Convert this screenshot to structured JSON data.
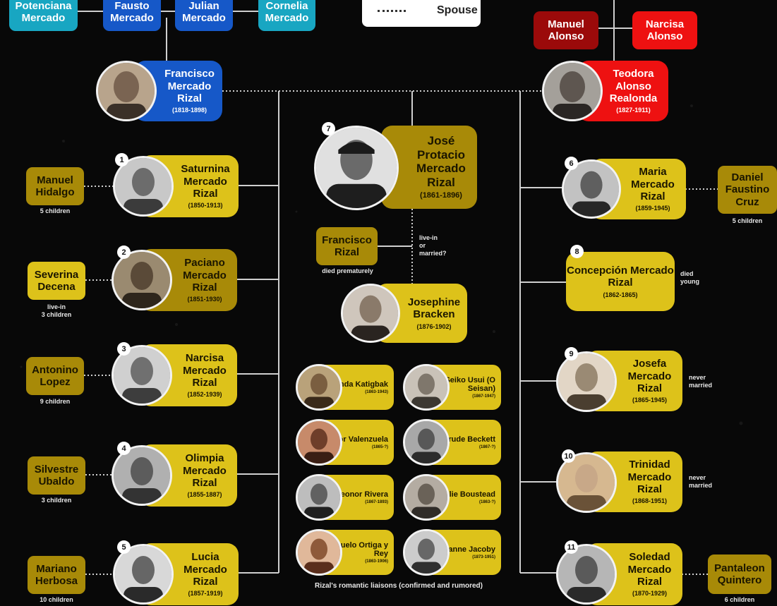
{
  "legend": {
    "spouse_label": "Spouse"
  },
  "ancestors": {
    "potenciana": "Potenciana Mercado",
    "fausto": "Fausto Mercado",
    "julian": "Julian Mercado",
    "cornelia": "Cornelia Mercado",
    "manuel_alonso": "Manuel Alonso",
    "narcisa_alonso": "Narcisa Alonso"
  },
  "parents": {
    "father": {
      "name": "Francisco Mercado Rizal",
      "years": "(1818-1898)"
    },
    "mother": {
      "name": "Teodora Alonso Realonda",
      "years": "(1827-1911)"
    }
  },
  "children": [
    {
      "num": "1",
      "name": "Saturnina Mercado Rizal",
      "years": "(1850-1913)",
      "spouse": "Manuel Hidalgo",
      "note": "5 children"
    },
    {
      "num": "2",
      "name": "Paciano Mercado Rizal",
      "years": "(1851-1930)",
      "spouse": "Severina Decena",
      "note": "live-in\n3 children"
    },
    {
      "num": "3",
      "name": "Narcisa Mercado Rizal",
      "years": "(1852-1939)",
      "spouse": "Antonino Lopez",
      "note": "9 children"
    },
    {
      "num": "4",
      "name": "Olimpia Mercado Rizal",
      "years": "(1855-1887)",
      "spouse": "Silvestre Ubaldo",
      "note": "3 children"
    },
    {
      "num": "5",
      "name": "Lucia Mercado Rizal",
      "years": "(1857-1919)",
      "spouse": "Mariano Herbosa",
      "note": "10 children"
    },
    {
      "num": "6",
      "name": "Maria Mercado Rizal",
      "years": "(1859-1945)",
      "spouse": "Daniel Faustino Cruz",
      "note": "5 children"
    },
    {
      "num": "7",
      "name": "José Protacio Mercado Rizal",
      "years": "(1861-1896)"
    },
    {
      "num": "8",
      "name": "Concepción Mercado Rizal",
      "years": "(1862-1865)",
      "note": "died\nyoung"
    },
    {
      "num": "9",
      "name": "Josefa Mercado Rizal",
      "years": "(1865-1945)",
      "note": "never\nmarried"
    },
    {
      "num": "10",
      "name": "Trinidad Mercado Rizal",
      "years": "(1868-1951)",
      "note": "never\nmarried"
    },
    {
      "num": "11",
      "name": "Soledad Mercado Rizal",
      "years": "(1870-1929)",
      "spouse": "Pantaleon Quintero",
      "note": "6 children"
    }
  ],
  "jose": {
    "son": "Francisco Rizal",
    "son_note": "died prematurely",
    "relation_note": "live-in\nor\nmarried?",
    "partner": {
      "name": "Josephine Bracken",
      "years": "(1876-1902)"
    }
  },
  "liaisons": [
    {
      "name": "Segunda Katigbak",
      "years": "(1863-1943)"
    },
    {
      "name": "Seiko Usui (O Seisan)",
      "years": "(1867-1947)"
    },
    {
      "name": "Leonor Valenzuela",
      "years": "(1865-?)"
    },
    {
      "name": "Gertrude Beckett",
      "years": "(1867-?)"
    },
    {
      "name": "Leonor Rivera",
      "years": "(1867-1893)"
    },
    {
      "name": "Nellie Boustead",
      "years": "(1863-?)"
    },
    {
      "name": "Consuelo Ortiga y Rey",
      "years": "(1863-1906)"
    },
    {
      "name": "Suzanne Jacoby",
      "years": "(1873-1951)"
    }
  ],
  "liaisons_caption": "Rizal's romantic liaisons (confirmed and rumored)",
  "colors": {
    "paternal": "#1658c8",
    "paternal_elder": "#18a6c2",
    "maternal": "#ee1111",
    "maternal_elder": "#9b0a0a",
    "sibling": "#ddc21a",
    "spouse": "#a88a08"
  }
}
